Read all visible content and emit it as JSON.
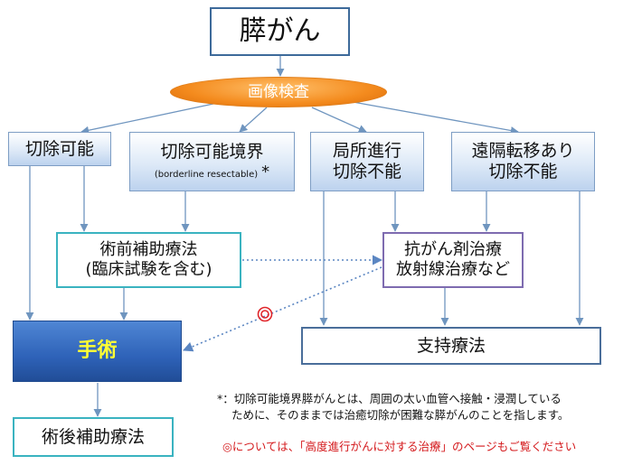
{
  "title": "膵がん",
  "exam": "画像検査",
  "categories": {
    "resectable": "切除可能",
    "borderline": "切除可能境界",
    "borderline_sub": "(borderline resectable)",
    "borderline_mark": "*",
    "locally_advanced_l1": "局所進行",
    "locally_advanced_l2": "切除不能",
    "metastatic_l1": "遠隔転移あり",
    "metastatic_l2": "切除不能"
  },
  "treatments": {
    "neoadjuvant_l1": "術前補助療法",
    "neoadjuvant_l2": "(臨床試験を含む)",
    "chemo_l1": "抗がん剤治療",
    "chemo_l2": "放射線治療など",
    "surgery": "手術",
    "supportive": "支持療法",
    "postop": "術後補助療法"
  },
  "note": {
    "line1": "*：切除可能境界膵がんとは、周囲の太い血管へ接触・浸潤している",
    "line2": "ために、そのままでは治癒切除が困難な膵がんのことを指します。",
    "reference": "◎については、「高度進行がんに対する治療」のページもご覧ください"
  },
  "colors": {
    "title_border": "#3d6a9a",
    "exam_fill": "#f48b1e",
    "category_fill": "#dde9f7",
    "teal_border": "#3ab3c0",
    "purple_border": "#7e6bb0",
    "surgery_fill": "#2e62b8",
    "surgery_text": "#ffff33",
    "arrow": "#6f95bf",
    "target": "#e0262b",
    "reference_text": "#d4191c"
  }
}
